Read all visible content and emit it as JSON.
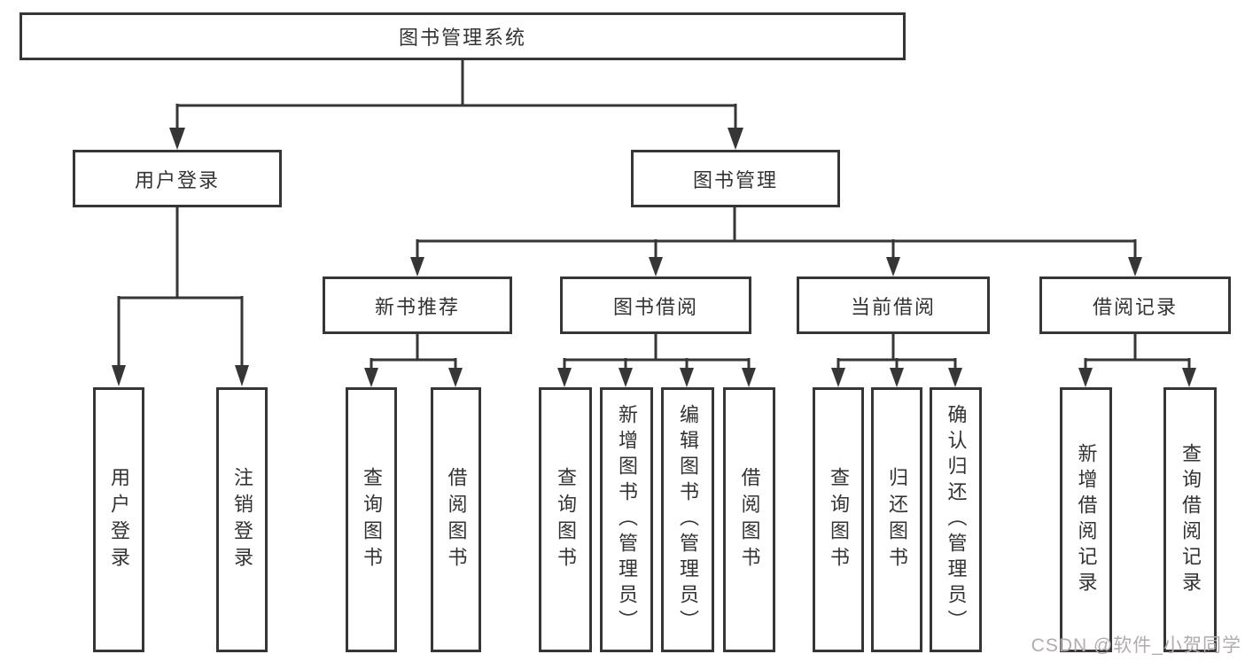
{
  "diagram": {
    "tree": {
      "label": "图书管理系统",
      "children": [
        {
          "label": "用户登录",
          "children": [
            {
              "label": "用户登录"
            },
            {
              "label": "注销登录"
            }
          ]
        },
        {
          "label": "图书管理",
          "children": [
            {
              "label": "新书推荐",
              "children": [
                {
                  "label": "查询图书"
                },
                {
                  "label": "借阅图书"
                }
              ]
            },
            {
              "label": "图书借阅",
              "children": [
                {
                  "label": "查询图书"
                },
                {
                  "label": "新增图书（管理员）"
                },
                {
                  "label": "编辑图书（管理员）"
                },
                {
                  "label": "借阅图书"
                }
              ]
            },
            {
              "label": "当前借阅",
              "children": [
                {
                  "label": "查询图书"
                },
                {
                  "label": "归还图书"
                },
                {
                  "label": "确认归还（管理员）"
                }
              ]
            },
            {
              "label": "借阅记录",
              "children": [
                {
                  "label": "新增借阅记录"
                },
                {
                  "label": "查询借阅记录"
                }
              ]
            }
          ]
        }
      ]
    },
    "colors": {
      "line": "#363636",
      "text": "#333333",
      "background": "#ffffff",
      "watermark": "#b3abab"
    }
  },
  "watermark": {
    "text": "CSDN @软件_小贺同学"
  }
}
